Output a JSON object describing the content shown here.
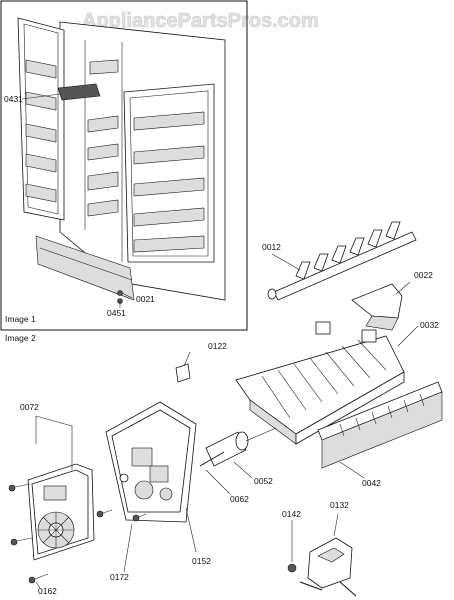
{
  "watermark": "AppliancePartsPros.com",
  "panels": {
    "image1": "Image 1",
    "image2": "Image 2"
  },
  "callouts": {
    "p0431": "0431",
    "p0021": "0021",
    "p0451": "0451",
    "p0012": "0012",
    "p0022": "0022",
    "p0032": "0032",
    "p0122": "0122",
    "p0072": "0072",
    "p0052": "0052",
    "p0062": "0062",
    "p0042": "0042",
    "p0142": "0142",
    "p0132": "0132",
    "p0172": "0172",
    "p0152": "0152",
    "p0162": "0162"
  }
}
